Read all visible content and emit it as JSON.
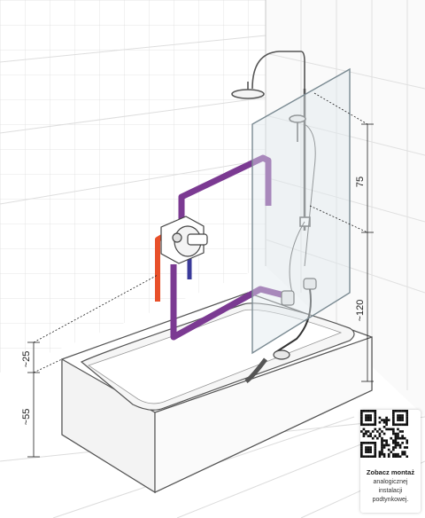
{
  "dimensions": {
    "d75": "75",
    "d120": "~120",
    "d25": "~25",
    "d55": "~55"
  },
  "qr_card": {
    "title": "Zobacz montaż",
    "line1": "analogicznej",
    "line2": "instalacji",
    "line3": "podtynkowej."
  },
  "colors": {
    "hot_pipe": "#e8502a",
    "cold_pipe": "#3a3a9a",
    "mixed_pipe": "#7b3a92",
    "grid": "#d8d8d8",
    "outline": "#555555"
  }
}
